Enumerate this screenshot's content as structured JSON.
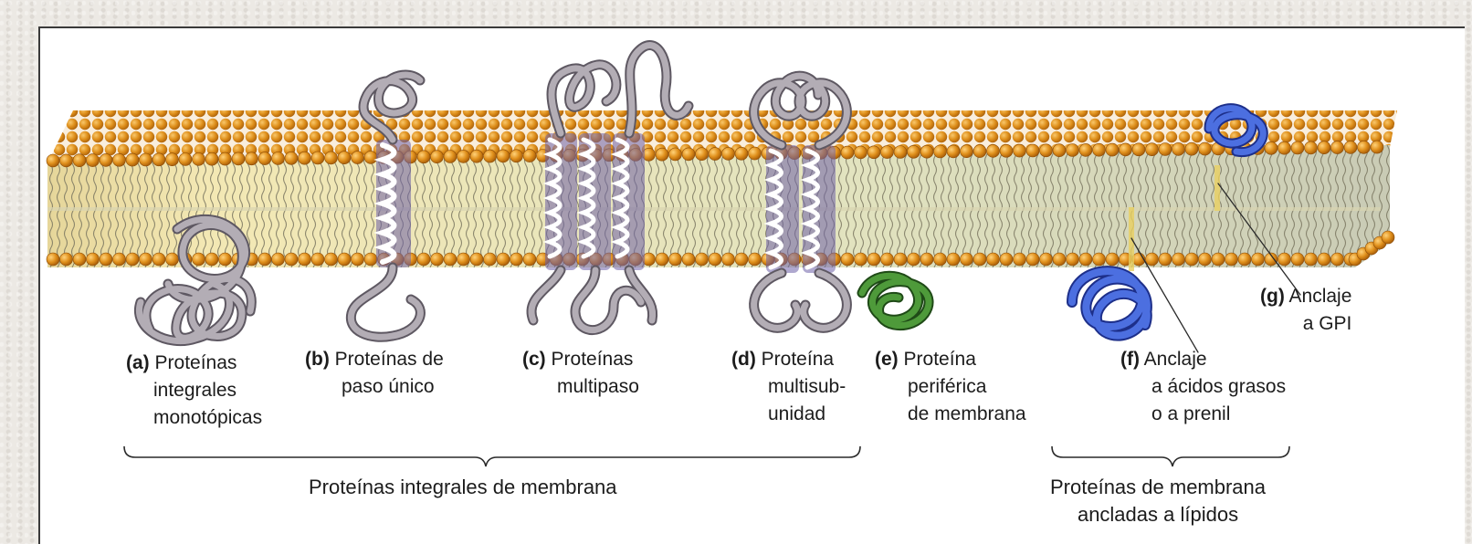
{
  "labels": {
    "a": {
      "letter": "(a)",
      "lines": [
        "Proteínas",
        "integrales",
        "monotópicas"
      ]
    },
    "b": {
      "letter": "(b)",
      "lines": [
        "Proteínas de",
        "paso único"
      ]
    },
    "c": {
      "letter": "(c)",
      "lines": [
        "Proteínas",
        "multipaso"
      ]
    },
    "d": {
      "letter": "(d)",
      "lines": [
        "Proteína",
        "multisub-",
        "unidad"
      ]
    },
    "e": {
      "letter": "(e)",
      "lines": [
        "Proteína",
        "periférica",
        "de membrana"
      ]
    },
    "f": {
      "letter": "(f)",
      "lines": [
        "Anclaje",
        "a ácidos grasos",
        "o a prenil"
      ]
    },
    "g": {
      "letter": "(g)",
      "lines": [
        "Anclaje",
        "a GPI"
      ]
    }
  },
  "groups": {
    "integral": "Proteínas integrales de membrana",
    "lipid_anchored": [
      "Proteínas de membrana",
      "ancladas a lípidos"
    ]
  },
  "colors": {
    "lipid_head": "#e0901c",
    "lipid_head_dark": "#a45a08",
    "bilayer_core": "#e8e3b0",
    "protein_gray": "#a9a3ab",
    "protein_dark": "#5e5862",
    "helix_band": "#5c4f98",
    "peripheral_green": "#3b7a2c",
    "anchored_blue": "#3f5fd0"
  }
}
